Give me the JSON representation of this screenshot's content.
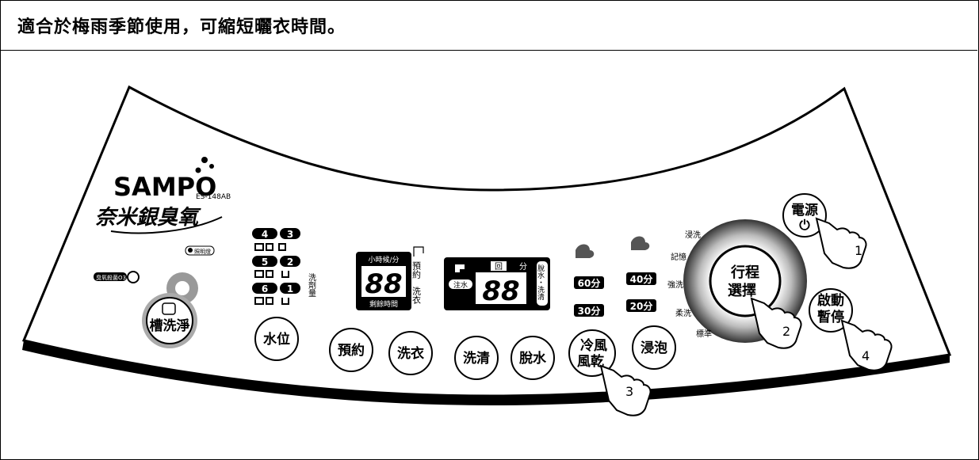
{
  "header": {
    "title": "適合於梅雨季節使用，可縮短曬衣時間。"
  },
  "brand": {
    "logo": "SAMPO",
    "model": "ES-148AB",
    "tagline": "奈米銀臭氧",
    "light_label": "照明燈",
    "ozone_label": "臭氧殺菌O3"
  },
  "tub_clean": {
    "label": "槽洗淨"
  },
  "water_level": {
    "levels": [
      "4",
      "3",
      "5",
      "2",
      "6",
      "1"
    ],
    "side_label": "洗劑量",
    "button": "水位"
  },
  "timer_display": {
    "top_label": "小時候/分",
    "digits": "88",
    "bottom_label": "剩餘時間",
    "right_label_1": "預約",
    "right_label_2": "洗衣"
  },
  "cycle_display": {
    "label_round": "回",
    "label_min": "分",
    "label_fill": "注水",
    "digits": "88",
    "right_label": "脫水・洗清"
  },
  "timers": {
    "left": [
      "60分",
      "30分"
    ],
    "right": [
      "40分",
      "20分"
    ]
  },
  "buttons": {
    "reserve": "預約",
    "wash": "洗衣",
    "rinse": "洗清",
    "spin": "脫水",
    "cold_dry_1": "冷風",
    "cold_dry_2": "風乾",
    "soak": "浸泡",
    "power": "電源",
    "course_1": "行程",
    "course_2": "選擇",
    "start_1": "啟動",
    "start_2": "暫停"
  },
  "course_labels": [
    "浸洗",
    "記憶",
    "強洗",
    "柔洗",
    "標準"
  ],
  "steps": [
    "1",
    "2",
    "3",
    "4"
  ]
}
